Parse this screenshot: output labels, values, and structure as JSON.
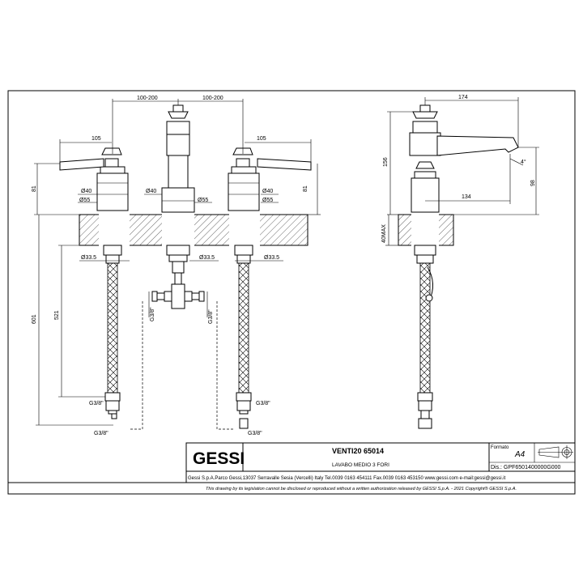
{
  "dimensions": {
    "spacing_left": "100-200",
    "spacing_right": "100-200",
    "handle_left": "105",
    "handle_right": "105",
    "height_left": "81",
    "height_right": "81",
    "dia40_left": "Ø40",
    "dia55_left": "Ø55",
    "dia40_center": "Ø40",
    "dia55_center": "Ø55",
    "dia40_right": "Ø40",
    "dia55_right": "Ø55",
    "dia33_left": "Ø33.5",
    "dia33_center": "Ø33.5",
    "dia33_right": "Ø33.5",
    "total_601": "601",
    "hose_521": "521",
    "g38_hose_left": "G3/8\"",
    "g38_conn_left": "G3/8\"",
    "g38_hose_right": "G3/8\"",
    "g38_conn_right": "G3/8\"",
    "g38_tee_left": "G3/8\"",
    "g38_tee_right": "G3/8\"",
    "side_174": "174",
    "side_156": "156",
    "side_134": "134",
    "side_98": "98",
    "side_angle": "4°",
    "side_40max": "40MAX"
  },
  "title_block": {
    "logo": "GESSI",
    "product_name": "VENTI20 65014",
    "description": "LAVABO MEDIO 3 FORI",
    "formato_label": "Formato",
    "formato_value": "A4",
    "dis_label": "Dis.:",
    "dis_value": "GPF6501400000G000",
    "address": "Gessi S.p.A.Parco Gessi,13037 Serravalle Sesia (Vercelli) Italy Tel.0039 0163 454111 Fax.0039 0163 453150 www.gessi.com e-mail:gessi@gessi.it",
    "copyright": "This drawing by its legislation cannot be disclosed or reproduced without a written authorization released by GESSI S.p.A. - 2021 Copyright® GESSI S.p.A."
  }
}
